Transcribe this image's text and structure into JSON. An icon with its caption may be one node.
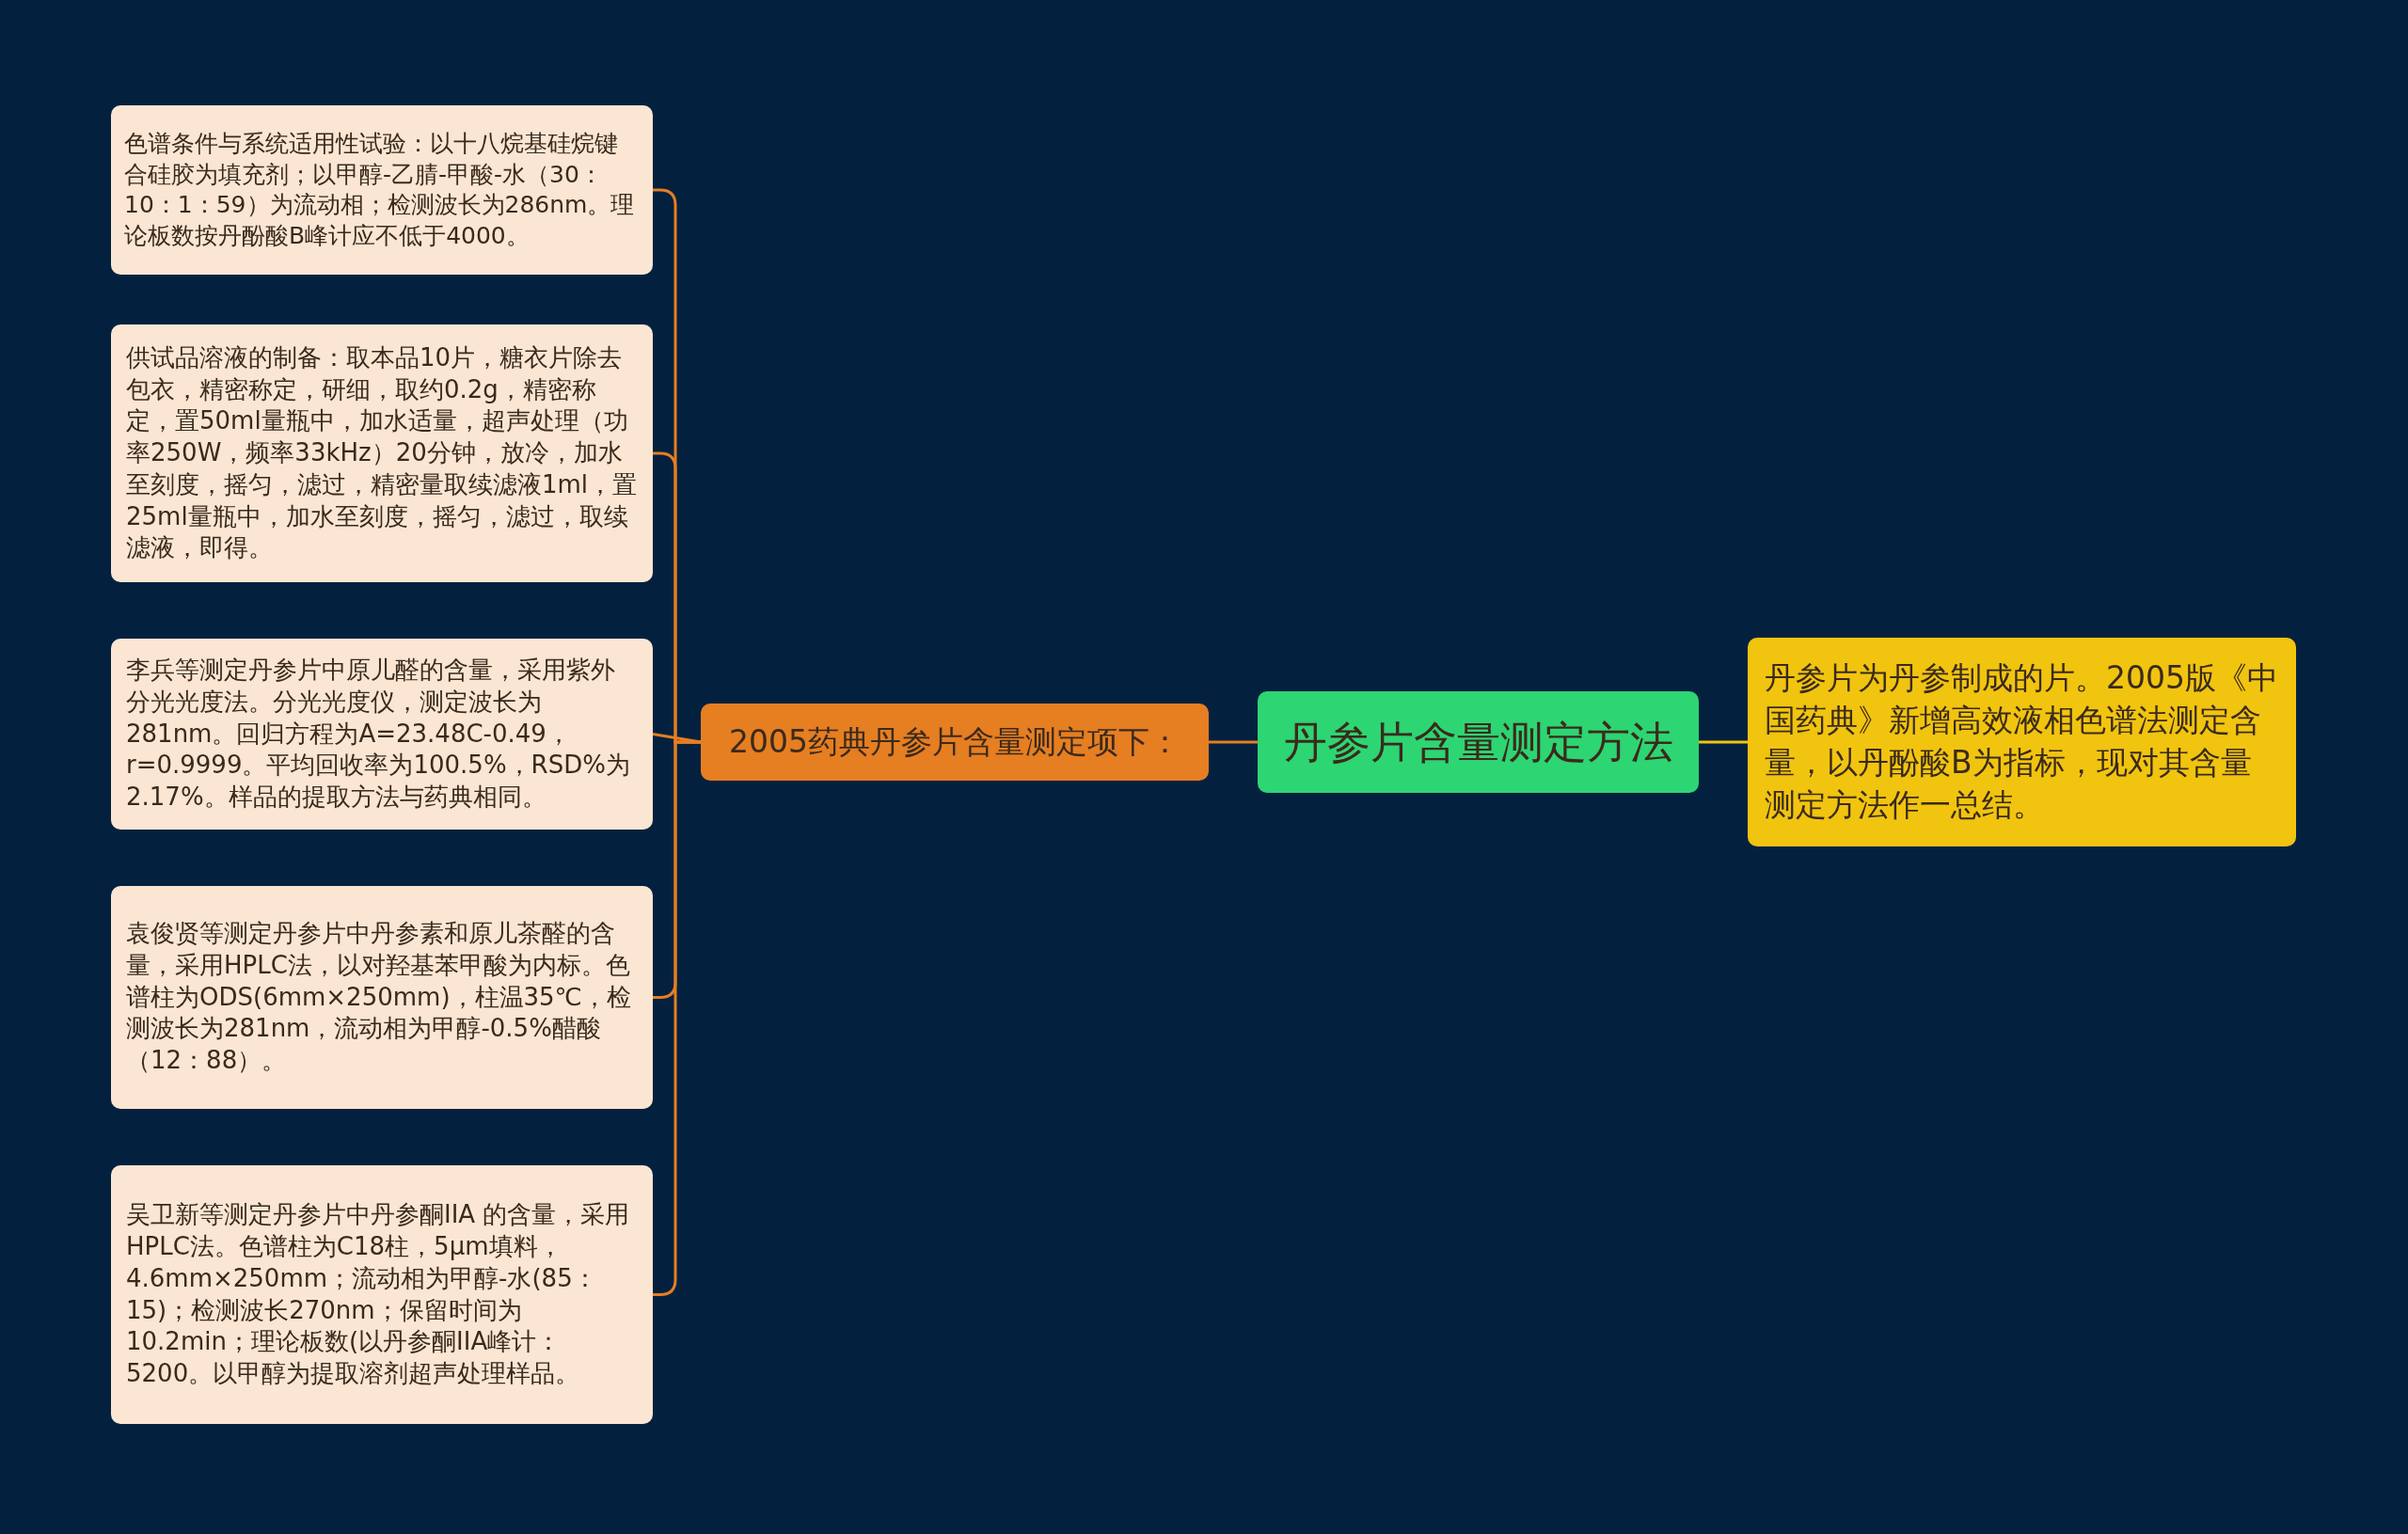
{
  "diagram": {
    "nodes": [
      {
        "text": [
          "丹参片含量测定方法"
        ]
      },
      {
        "text": [
          "丹参片为丹参制成的片。2005版《中国药典》新增高效液相色谱法测定含量，以丹酚酸B为指标，现对其含量测定方法作一总结。"
        ]
      },
      {
        "text": [
          "2005药典丹参片含量测定项下："
        ]
      },
      {
        "text": [
          "色谱条件与系统适用性试验：以十八烷基硅烷键合硅胶为填充剂；以甲醇-乙腈-甲酸-水（30：10：1：59）为流动相；检测波长为286nm。理论板数按丹酚酸B峰计应不低于4000。"
        ]
      },
      {
        "text": [
          "供试品溶液的制备：取本品10片，糖衣片除去包衣，精密称定，研细，取约0.2g，精密称定，置50ml量瓶中，加水适量，超声处理（功率250W，频率33kHz）20分钟，放冷，加水至刻度，摇匀，滤过，精密量取续滤液1ml，置25ml量瓶中，加水至刻度，摇匀，滤过，取续滤液，即得。"
        ]
      },
      {
        "text": [
          "李兵等测定丹参片中原儿醛的含量，采用紫外分光光度法。分光光度仪，测定波长为281nm。回归方程为A=23.48C-0.49，r=0.9999。平均回收率为100.5%，RSD%为2.17%。样品的提取方法与药典相同。"
        ]
      },
      {
        "text": [
          "袁俊贤等测定丹参片中丹参素和原儿茶醛的含量，采用HPLC法，以对羟基苯甲酸为内标。色谱柱为ODS(6mm×250mm)，柱温35℃，检测波长为281nm，流动相为甲醇-0.5%醋酸（12：88）。"
        ]
      },
      {
        "text": [
          "吴卫新等测定丹参片中丹参酮IIA 的含量，采用HPLC法。色谱柱为C18柱，5μm填料，4.6mm×250mm；流动相为甲醇-水(85：15)；检测波长270nm；保留时间为10.2min；理论板数(以丹参酮IIA峰计：5200。以甲醇为提取溶剂超声处理样品。"
        ]
      }
    ],
    "edges": [
      {
        "from": 0,
        "to": 1,
        "arrow": "none",
        "color": "#f1c40f"
      },
      {
        "from": 0,
        "to": 2,
        "arrow": "none"
      },
      {
        "from": 2,
        "to": 3,
        "arrow": "none"
      },
      {
        "from": 2,
        "to": 4,
        "arrow": "none"
      },
      {
        "from": 2,
        "to": 5,
        "arrow": "none"
      },
      {
        "from": 2,
        "to": 6,
        "arrow": "none"
      },
      {
        "from": 2,
        "to": 7,
        "arrow": "none"
      }
    ]
  }
}
